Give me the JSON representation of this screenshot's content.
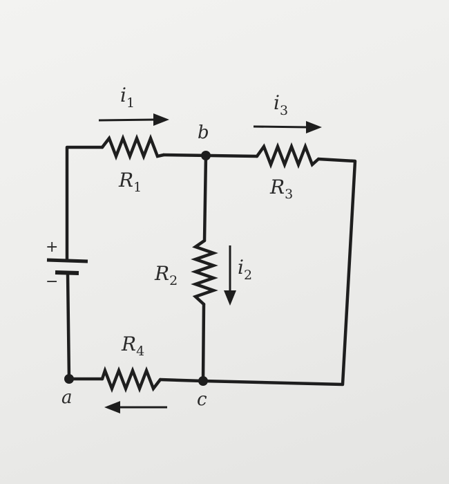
{
  "nodes": {
    "a": "a",
    "b": "b",
    "c": "c"
  },
  "resistors": {
    "r1": {
      "symbol": "R",
      "sub": "1"
    },
    "r2": {
      "symbol": "R",
      "sub": "2"
    },
    "r3": {
      "symbol": "R",
      "sub": "3"
    },
    "r4": {
      "symbol": "R",
      "sub": "4"
    }
  },
  "currents": {
    "i1": {
      "symbol": "i",
      "sub": "1"
    },
    "i2": {
      "symbol": "i",
      "sub": "2"
    },
    "i3": {
      "symbol": "i",
      "sub": "3"
    }
  },
  "battery": {
    "plus": "+",
    "minus": "−"
  }
}
